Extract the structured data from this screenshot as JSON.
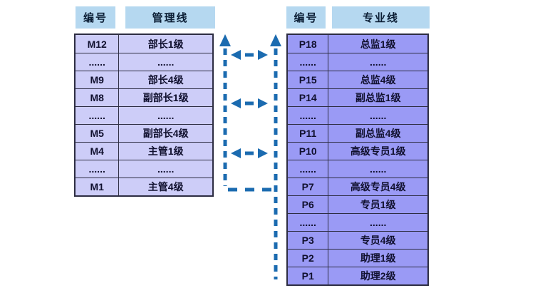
{
  "diagram_title": "dual-career-ladder",
  "left_table": {
    "headers": [
      "编号",
      "管理线"
    ],
    "rows": [
      [
        "M12",
        "部长1级"
      ],
      [
        "......",
        "......"
      ],
      [
        "M9",
        "部长4级"
      ],
      [
        "M8",
        "副部长1级"
      ],
      [
        "......",
        "......"
      ],
      [
        "M5",
        "副部长4级"
      ],
      [
        "M4",
        "主管1级"
      ],
      [
        "......",
        "......"
      ],
      [
        "M1",
        "主管4级"
      ]
    ]
  },
  "right_table": {
    "headers": [
      "编号",
      "专业线"
    ],
    "rows": [
      [
        "P18",
        "总监1级"
      ],
      [
        "......",
        "......"
      ],
      [
        "P15",
        "总监4级"
      ],
      [
        "P14",
        "副总监1级"
      ],
      [
        "......",
        "......"
      ],
      [
        "P11",
        "副总监4级"
      ],
      [
        "P10",
        "高级专员1级"
      ],
      [
        "......",
        "......"
      ],
      [
        "P7",
        "高级专员4级"
      ],
      [
        "P6",
        "专员1级"
      ],
      [
        "......",
        "......"
      ],
      [
        "P3",
        "专员4级"
      ],
      [
        "P2",
        "助理1级"
      ],
      [
        "P1",
        "助理2级"
      ]
    ]
  },
  "connectors": {
    "left_promotion_arrow": "up",
    "right_promotion_arrow": "up",
    "transfer_arrows": 3,
    "crossover_path": "left-bottom-to-right-ladder"
  },
  "colors": {
    "page-bg": "#ffffff",
    "header-bg": "#b5d8f0",
    "header-text": "#0c1f36",
    "left-cell-bg": "#cdcdf8",
    "right-cell-bg": "#9a9af5",
    "table-border": "#2d2d42",
    "cell-text": "#10102e",
    "arrow-blue": "#1b6bb0"
  }
}
